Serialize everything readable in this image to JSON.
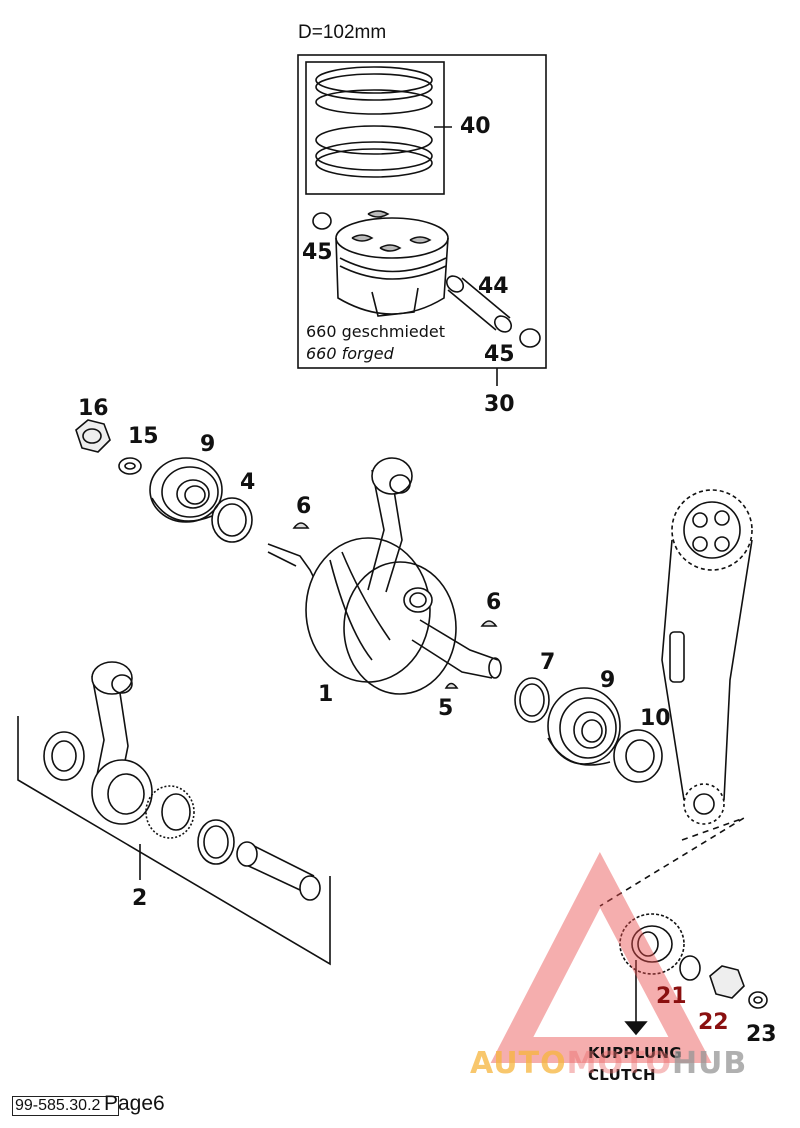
{
  "diagram": {
    "dimension": "D=102mm",
    "notes": [
      "660 geschmiedet",
      "660 forged"
    ],
    "labels": {
      "p40": "40",
      "p45a": "45",
      "p44": "44",
      "p45b": "45",
      "p30": "30",
      "p16": "16",
      "p15": "15",
      "p9a": "9",
      "p4": "4",
      "p6a": "6",
      "p6b": "6",
      "p1": "1",
      "p5": "5",
      "p7": "7",
      "p9b": "9",
      "p10": "10",
      "p2": "2",
      "p21": "21",
      "p22": "22",
      "p23": "23"
    },
    "clutch": [
      "KUPPLUNG",
      "CLUTCH"
    ]
  },
  "footer": {
    "code": "99-585.30.2",
    "page": "Page6"
  },
  "watermark": {
    "part1": "AUTO",
    "part2": "MOTO",
    "part3": "HUB",
    "color": "#e84c4c"
  }
}
